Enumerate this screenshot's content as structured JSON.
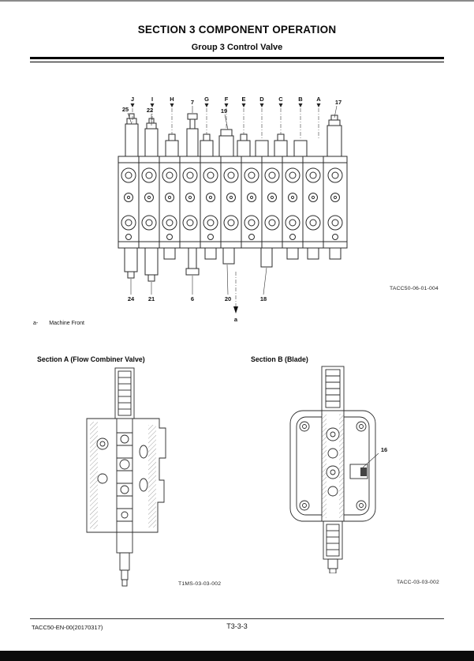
{
  "header": {
    "title": "SECTION 3 COMPONENT OPERATION",
    "subtitle": "Group 3 Control Valve"
  },
  "figure_main": {
    "code": "TACC50-06-01-004",
    "section_letters": [
      "J",
      "I",
      "H",
      "G",
      "F",
      "E",
      "D",
      "C",
      "B",
      "A"
    ],
    "top_callouts": [
      "25",
      "22",
      "7",
      "19",
      "17"
    ],
    "bottom_callouts": [
      "24",
      "21",
      "6",
      "20",
      "18"
    ],
    "arrow_label": "a"
  },
  "note": {
    "key": "a-",
    "text": "Machine Front"
  },
  "sections": {
    "a": {
      "title": "Section A (Flow Combiner Valve)",
      "code": "T1MS-03-03-002"
    },
    "b": {
      "title": "Section B (Blade)",
      "code": "TACC-03-03-002",
      "callout": "16"
    }
  },
  "footer": {
    "doc_code": "TACC50-EN-00(20170317)",
    "page_number": "T3-3-3"
  }
}
